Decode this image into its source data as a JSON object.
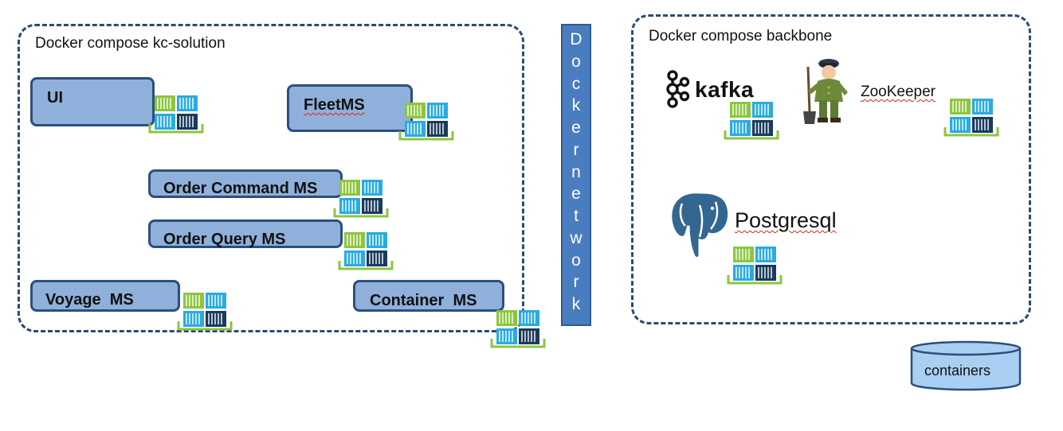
{
  "groups": {
    "solution": "Docker compose kc-solution",
    "backbone": "Docker compose backbone"
  },
  "services": {
    "ui": "UI",
    "fleet": "FleetMS",
    "order_command": "Order Command MS",
    "order_query": "Order Query MS",
    "voyage": "Voyage  MS",
    "container": "Container  MS"
  },
  "network_label": "Dockernetwork",
  "backbone": {
    "kafka": "kafka",
    "zookeeper": "ZooKeeper",
    "postgres": "Postgresql"
  },
  "legend": {
    "label": "containers"
  },
  "colors": {
    "box_fill": "#8fb0da",
    "box_border": "#2c4f7c",
    "group_border": "#2e4a72",
    "network": "#4a7dbf",
    "container_green": "#8cc63f",
    "container_cyan": "#29abe2",
    "container_navy": "#1b3a5c"
  }
}
